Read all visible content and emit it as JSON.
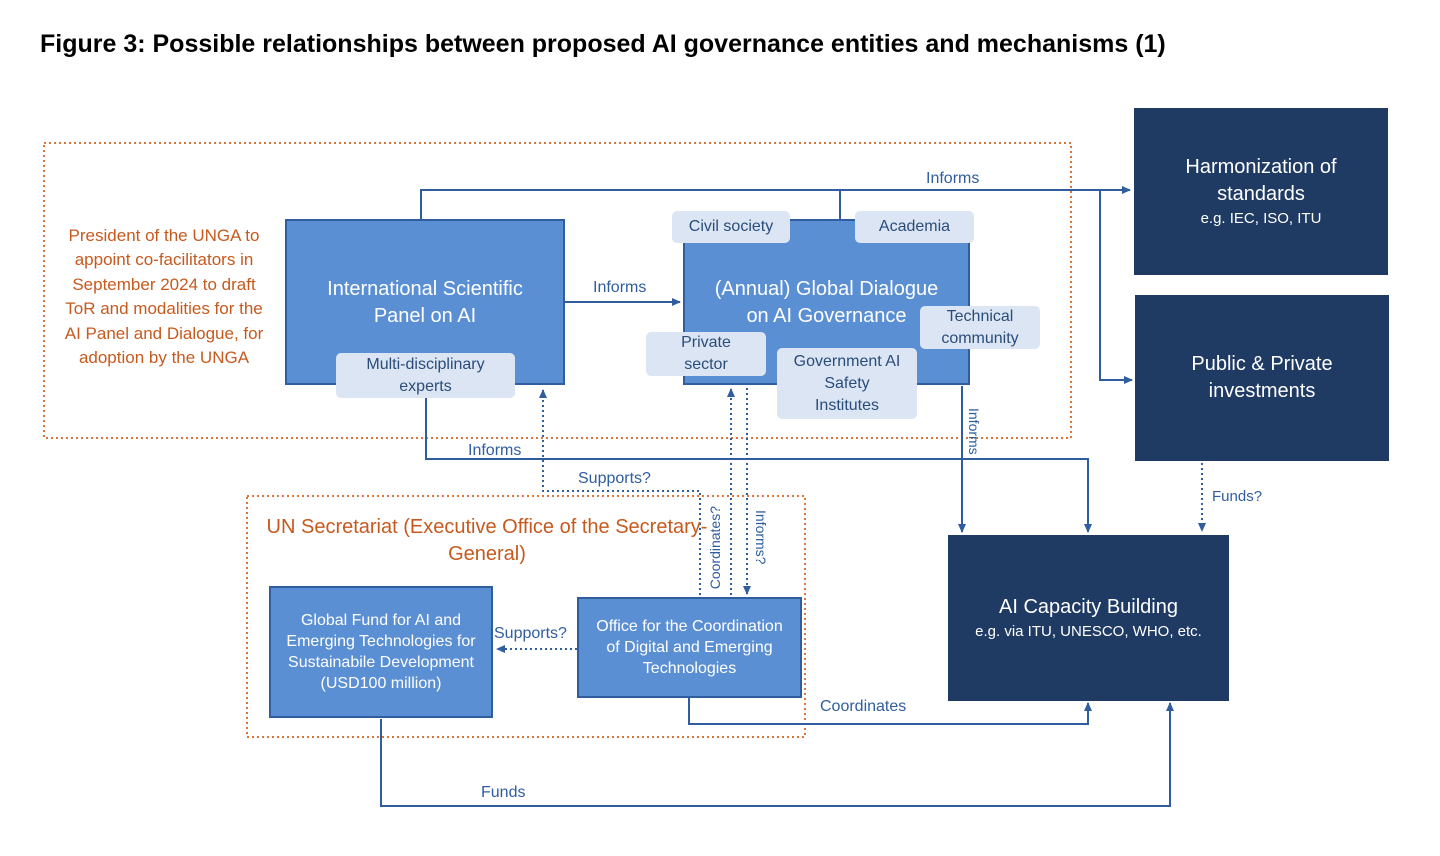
{
  "title": "Figure 3: Possible relationships between proposed AI governance entities and mechanisms (1)",
  "nodes": {
    "president_note": "President of the UNGA to appoint co-facilitators in September 2024 to draft ToR and modalities for the AI Panel and Dialogue, for adoption by the UNGA",
    "scientific_panel": "International Scientific Panel on AI",
    "global_dialogue": "(Annual) Global Dialogue on AI Governance",
    "harmonization": {
      "title": "Harmonization of standards",
      "sub": "e.g. IEC, ISO, ITU"
    },
    "investments": "Public & Private investments",
    "un_secretariat": "UN Secretariat (Executive Office of the Secretary-General)",
    "global_fund": "Global Fund for AI and Emerging Technologies for Sustainabile Development (USD100 million)",
    "office": "Office for the Coordination of Digital and Emerging Technologies",
    "capacity": {
      "title": "AI Capacity Building",
      "sub": "e.g. via ITU, UNESCO, WHO, etc."
    }
  },
  "pills": {
    "experts": "Multi-disciplinary experts",
    "civil_society": "Civil society",
    "academia": "Academia",
    "technical": "Technical community",
    "private": "Private sector",
    "government": "Government AI Safety Institutes"
  },
  "edges": {
    "informs_top": "Informs",
    "informs_panel_dialogue": "Informs",
    "informs_panel_capacity": "Informs",
    "informs_dialogue_capacity": "Informs",
    "supports_office_panel": "Supports?",
    "coordinates_q": "Coordinates?",
    "informs_q": "Informs?",
    "supports_fund": "Supports?",
    "funds_q": "Funds?",
    "coordinates": "Coordinates",
    "funds": "Funds"
  },
  "colors": {
    "line": "#2f5d9e",
    "mid_box": "#5b8fd3",
    "dark_box": "#1f3a63",
    "pill": "#dbe5f3",
    "orange": "#c65a1e"
  }
}
